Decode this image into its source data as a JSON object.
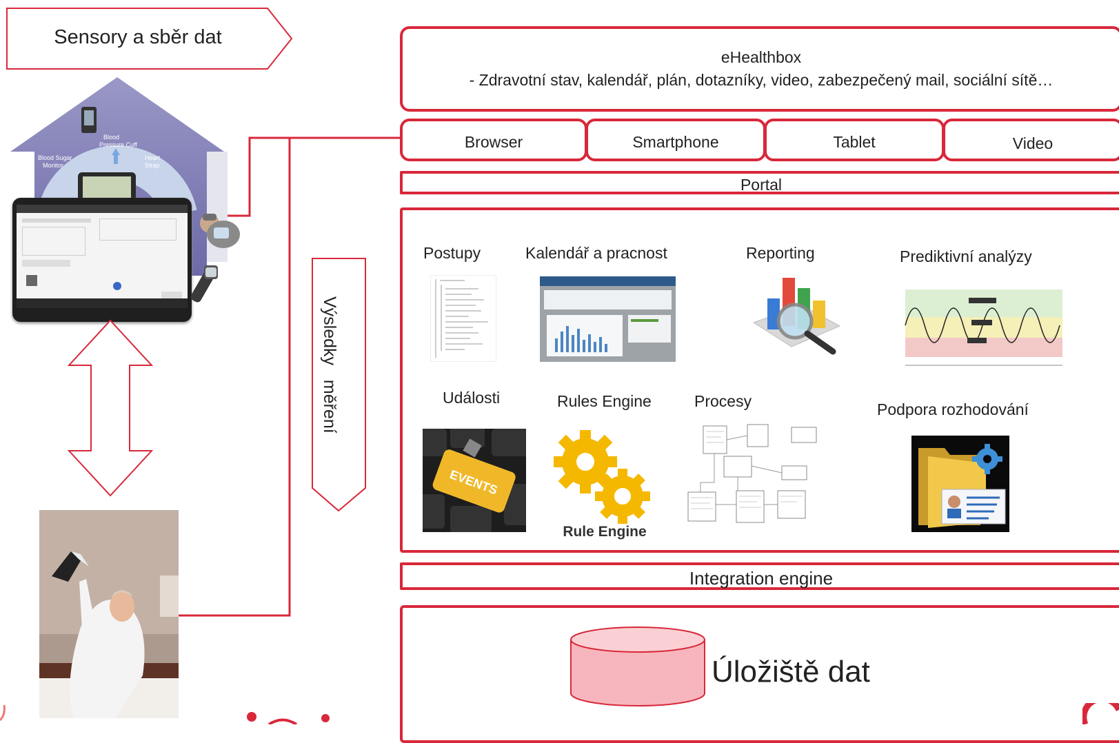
{
  "sensors_label": "Sensory a sběr dat",
  "results_label": "Výsledky   měření",
  "ehealthbox": {
    "title": "eHealthbox",
    "subtitle": "- Zdravotní stav, kalendář, plán, dotazníky, video, zabezpečený mail, sociální sítě…"
  },
  "channels": [
    "Browser",
    "Smartphone",
    "Tablet",
    "Video"
  ],
  "portal": "Portal",
  "modules": {
    "postupy": "Postupy",
    "kalendar": "Kalendář a pracnost",
    "reporting": "Reporting",
    "prediktivni": "Prediktivní analýzy",
    "udalosti": "Události",
    "rules": "Rules Engine",
    "procesy": "Procesy",
    "podpora": "Podpora rozhodování"
  },
  "events_key_text": "EVENTS",
  "rule_engine_caption": "Rule Engine",
  "integration": "Integration engine",
  "storage": "Úložiště dat",
  "accent_color": "#d8283a"
}
